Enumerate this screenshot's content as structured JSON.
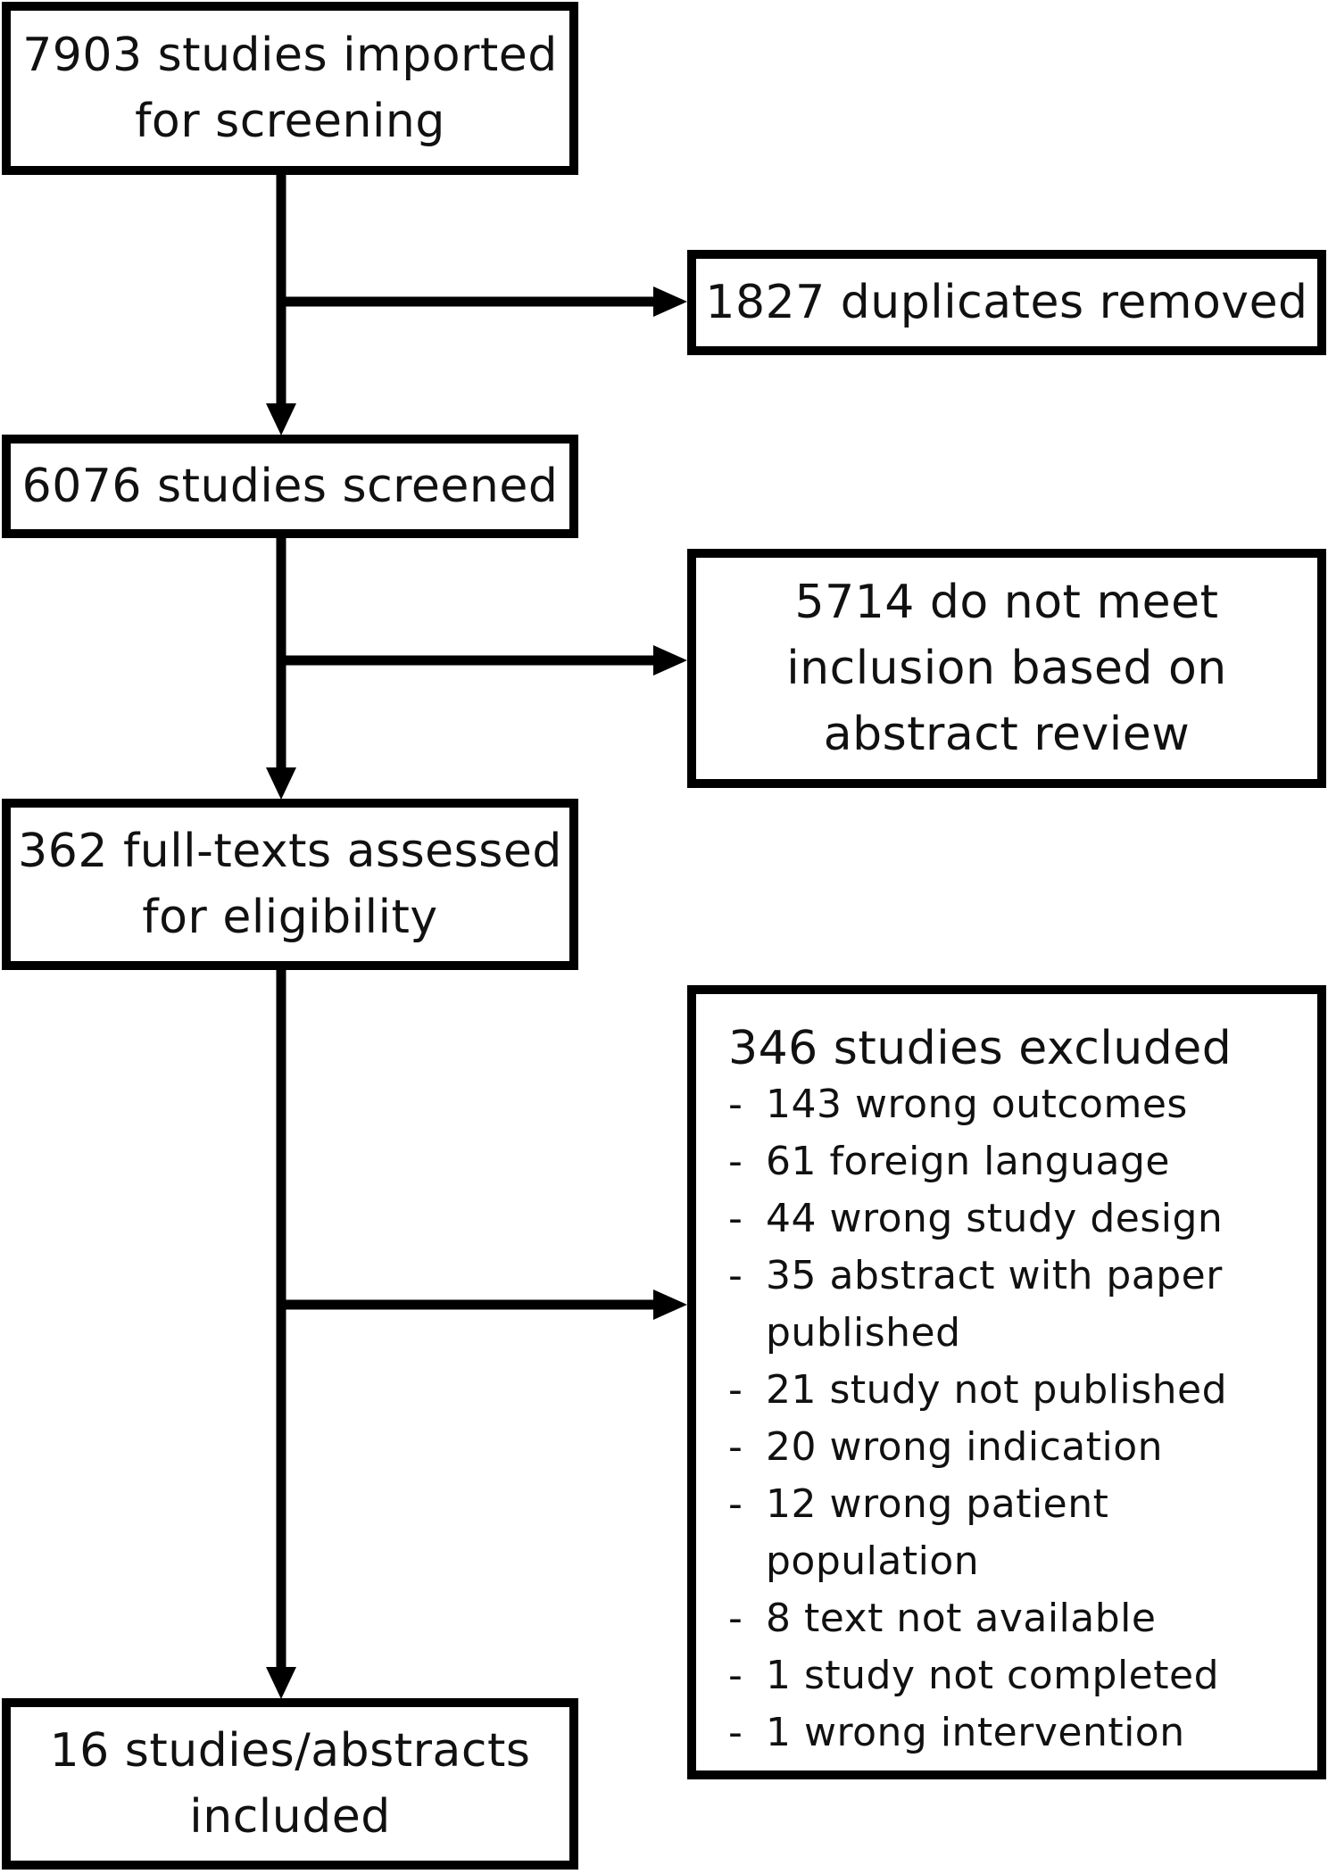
{
  "flowchart": {
    "imported": {
      "lines": [
        "7903 studies imported",
        "for screening"
      ]
    },
    "duplicates": {
      "lines": [
        "1827 duplicates removed"
      ]
    },
    "screened": {
      "lines": [
        "6076 studies screened"
      ]
    },
    "abstract_excluded": {
      "lines": [
        "5714 do not meet",
        "inclusion based on",
        "abstract review"
      ]
    },
    "fulltext": {
      "lines": [
        "362 full-texts assessed",
        "for eligibility"
      ]
    },
    "excluded": {
      "title": "346 studies excluded",
      "reasons": [
        "143 wrong outcomes",
        "61 foreign language",
        "44 wrong study design",
        "35 abstract with paper published",
        "21 study not published",
        "20 wrong indication",
        "12 wrong patient population",
        "8 text not available",
        "1 study not completed",
        "1 wrong intervention"
      ]
    },
    "included": {
      "lines": [
        "16 studies/abstracts",
        "included"
      ]
    }
  },
  "colors": {
    "stroke": "#000000",
    "background": "#ffffff",
    "text": "#111111"
  }
}
